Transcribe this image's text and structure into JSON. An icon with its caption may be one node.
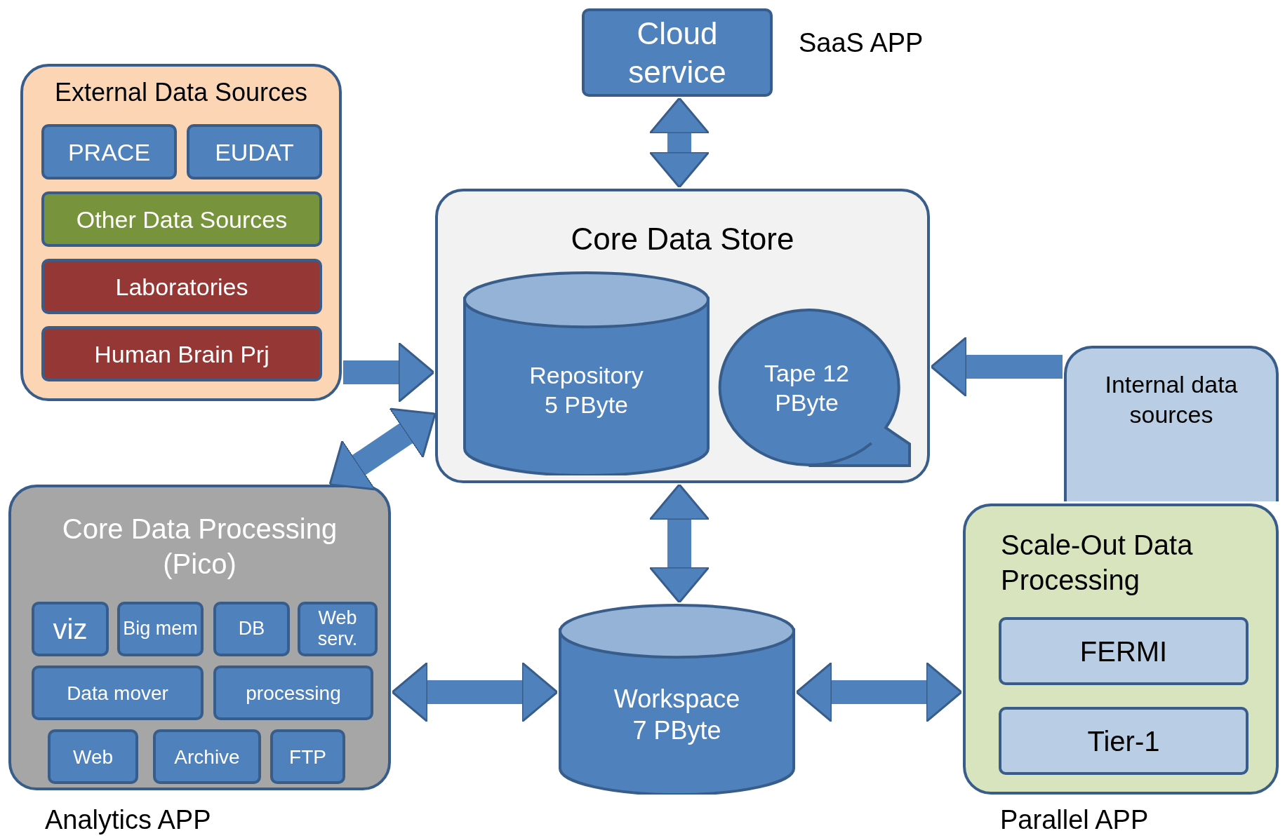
{
  "diagram": {
    "nodes": [
      {
        "text": [
          "Cloud service"
        ],
        "beside": [
          "SaaS APP"
        ]
      },
      {
        "text": [
          "External  Data Sources"
        ]
      },
      {
        "text": [
          "PRACE"
        ],
        "in": 1
      },
      {
        "text": [
          "EUDAT"
        ],
        "in": 1
      },
      {
        "text": [
          "Other Data Sources"
        ],
        "in": 1
      },
      {
        "text": [
          "Laboratories"
        ],
        "in": 1
      },
      {
        "text": [
          "Human Brain Prj"
        ],
        "in": 1
      },
      {
        "text": [
          "Core Data Store"
        ]
      },
      {
        "text": [
          "Repository 5 PByte"
        ],
        "in": 7
      },
      {
        "text": [
          "Tape 12 PByte"
        ],
        "in": 7
      },
      {
        "text": [
          "Internal data sources"
        ]
      },
      {
        "text": [
          "Core Data Processing (Pico)"
        ],
        "beside": [
          "Analytics APP"
        ]
      },
      {
        "text": [
          "viz"
        ],
        "in": 11
      },
      {
        "text": [
          "Big mem"
        ],
        "in": 11
      },
      {
        "text": [
          "DB"
        ],
        "in": 11
      },
      {
        "text": [
          "Web serv."
        ],
        "in": 11
      },
      {
        "text": [
          "Data mover"
        ],
        "in": 11
      },
      {
        "text": [
          "processing"
        ],
        "in": 11
      },
      {
        "text": [
          "Web"
        ],
        "in": 11
      },
      {
        "text": [
          "Archive"
        ],
        "in": 11
      },
      {
        "text": [
          "FTP"
        ],
        "in": 11
      },
      {
        "text": [
          "Workspace 7 PByte"
        ]
      },
      {
        "text": [
          "Scale-Out Data Processing"
        ],
        "beside": [
          "Parallel APP"
        ]
      },
      {
        "text": [
          "FERMI"
        ],
        "in": 22
      },
      {
        "text": [
          "Tier-1"
        ],
        "in": 22
      }
    ],
    "edges": [
      {
        "from": 0,
        "to": 7,
        "arrow": "both"
      },
      {
        "from": 1,
        "to": 7,
        "arrow": "to"
      },
      {
        "from": 10,
        "to": 7,
        "arrow": "to"
      },
      {
        "from": 11,
        "to": 7,
        "arrow": "both"
      },
      {
        "from": 7,
        "to": 21,
        "arrow": "both"
      },
      {
        "from": 11,
        "to": 21,
        "arrow": "both"
      },
      {
        "from": 21,
        "to": 22,
        "arrow": "both"
      }
    ]
  }
}
